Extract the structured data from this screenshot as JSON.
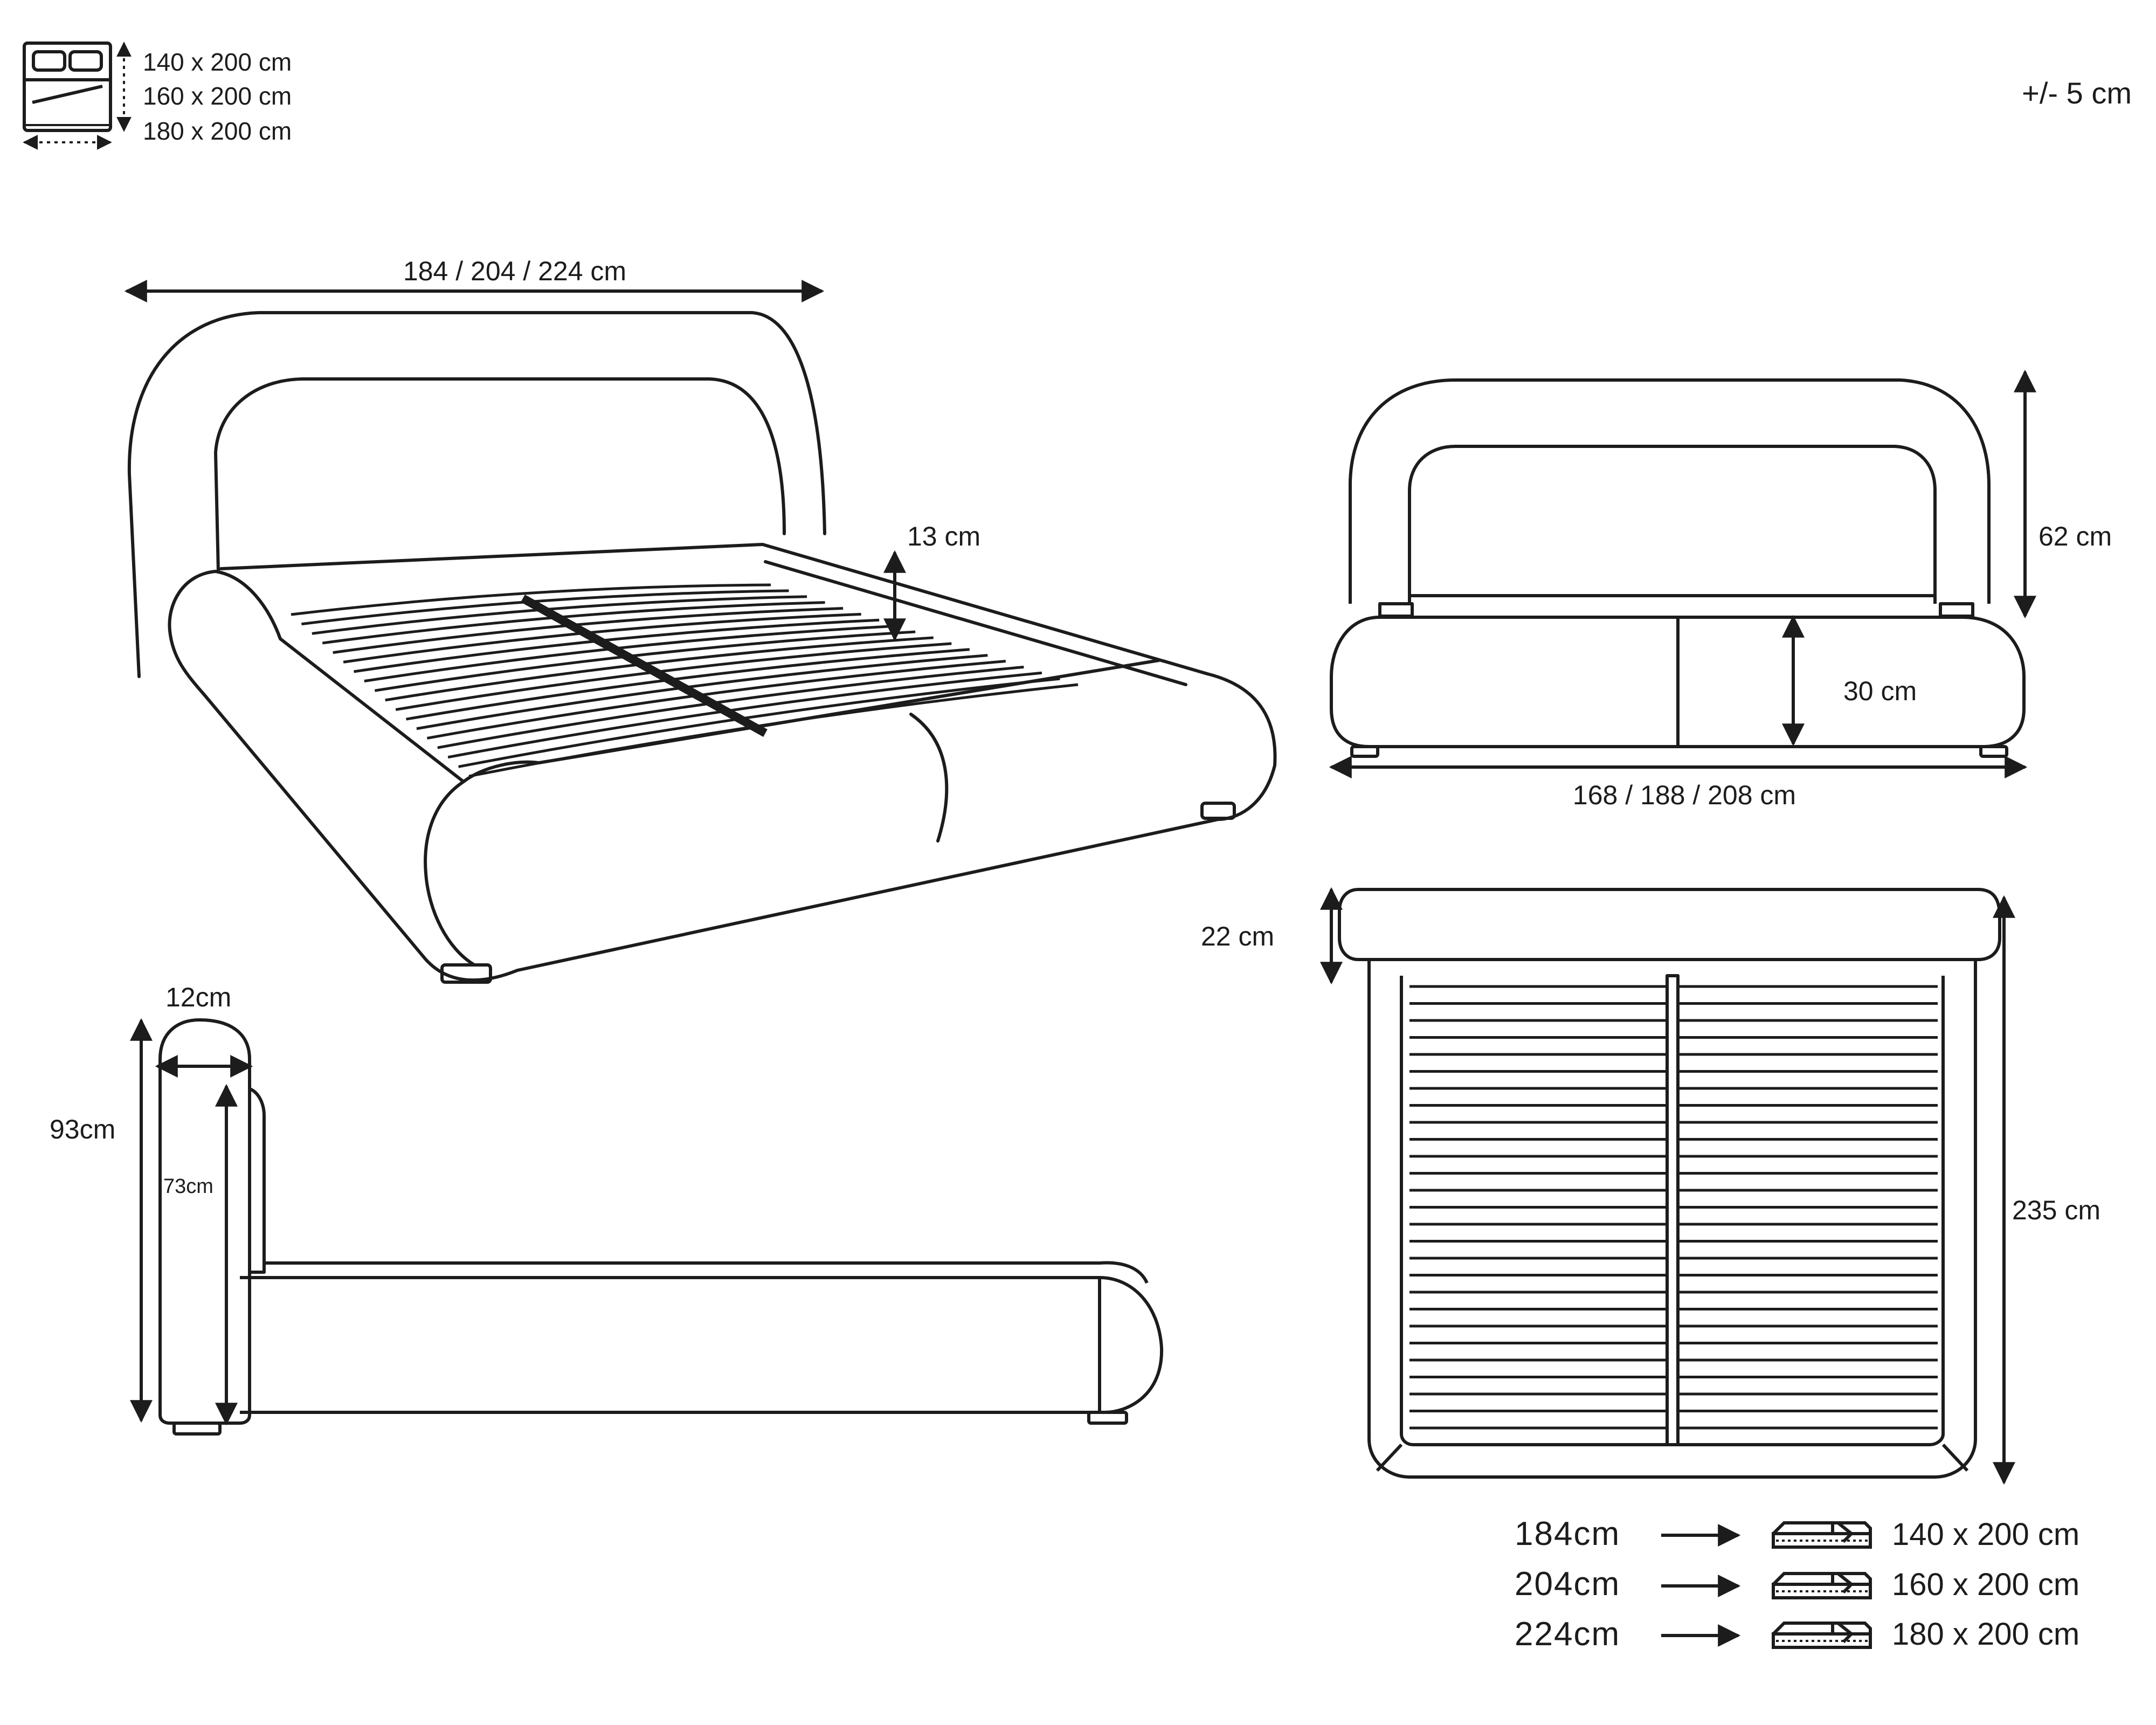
{
  "header": {
    "sizes": [
      "140 x 200 cm",
      "160 x 200 cm",
      "180 x 200 cm"
    ],
    "tolerance": "+/- 5 cm",
    "icon": "bed-top-view-icon"
  },
  "perspective_view": {
    "width_label": "184 / 204 / 224 cm",
    "side_rail_height_label": "13 cm"
  },
  "front_view": {
    "headboard_height_label": "62 cm",
    "frame_height_label": "30 cm",
    "width_label": "168 / 188 / 208 cm"
  },
  "side_view": {
    "headboard_thickness_label": "12cm",
    "total_height_label": "93cm",
    "inner_height_label": "73cm"
  },
  "top_view": {
    "headboard_depth_label": "22 cm",
    "length_label": "235 cm"
  },
  "legend": {
    "arrow_icon": "arrow-right-icon",
    "mattress_icon": "mattress-icon",
    "rows": [
      {
        "width": "184cm",
        "mattress": "140 x 200 cm"
      },
      {
        "width": "204cm",
        "mattress": "160 x 200 cm"
      },
      {
        "width": "224cm",
        "mattress": "180 x 200 cm"
      }
    ]
  },
  "colors": {
    "line": "#1c1c1c",
    "background": "#ffffff"
  }
}
